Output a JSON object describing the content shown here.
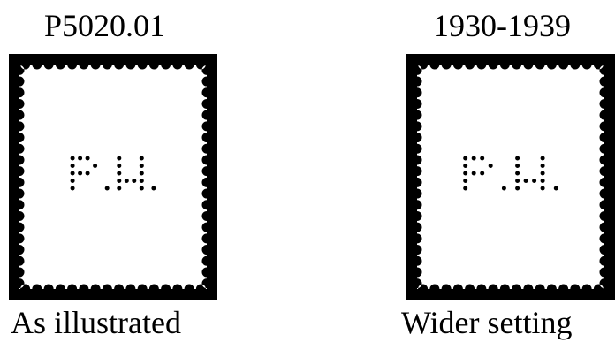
{
  "left": {
    "header": "P5020.01",
    "caption": "As illustrated"
  },
  "right": {
    "header": "1930-1939",
    "caption": "Wider setting"
  },
  "colors": {
    "frame": "#000000",
    "paper": "#ffffff",
    "perforation": "#000000"
  }
}
